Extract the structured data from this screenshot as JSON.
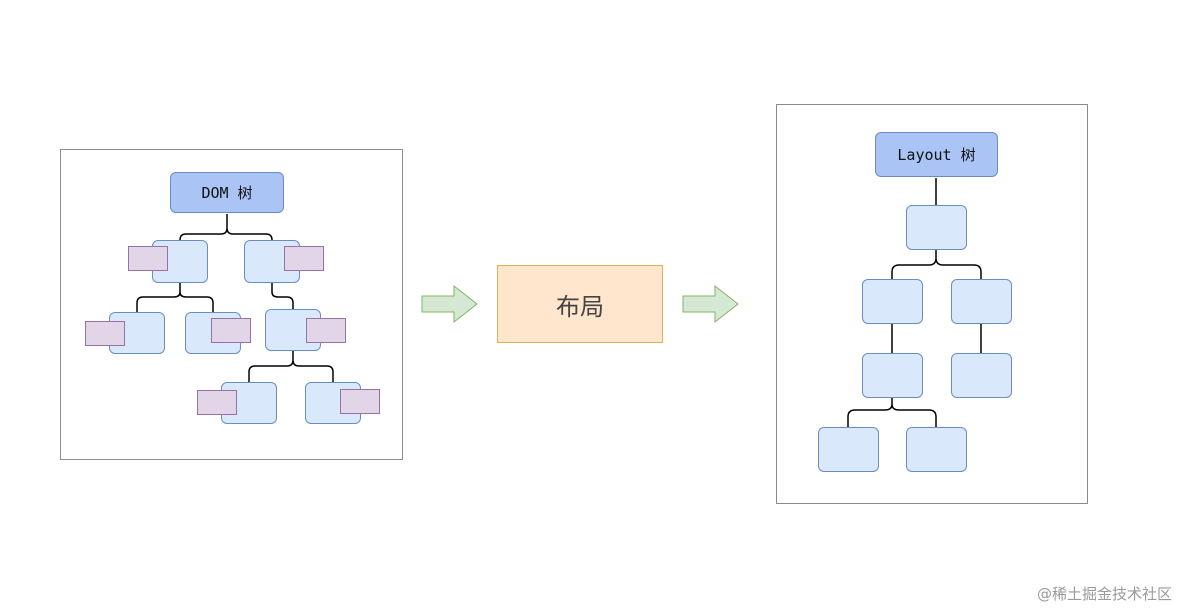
{
  "dom_tree": {
    "title": "DOM 树"
  },
  "process": {
    "label": "布局"
  },
  "layout_tree": {
    "title": "Layout 树"
  },
  "watermark": "@稀土掘金技术社区",
  "colors": {
    "root_fill": "#a9c4f5",
    "node_fill": "#dae8fc",
    "node_border": "#6c8ebf",
    "tag_fill": "#e1d5e7",
    "tag_border": "#9673a6",
    "process_fill": "#ffe6cc",
    "process_border": "#d6b656",
    "arrow_fill": "#d5e8d4",
    "arrow_border": "#82b366"
  }
}
